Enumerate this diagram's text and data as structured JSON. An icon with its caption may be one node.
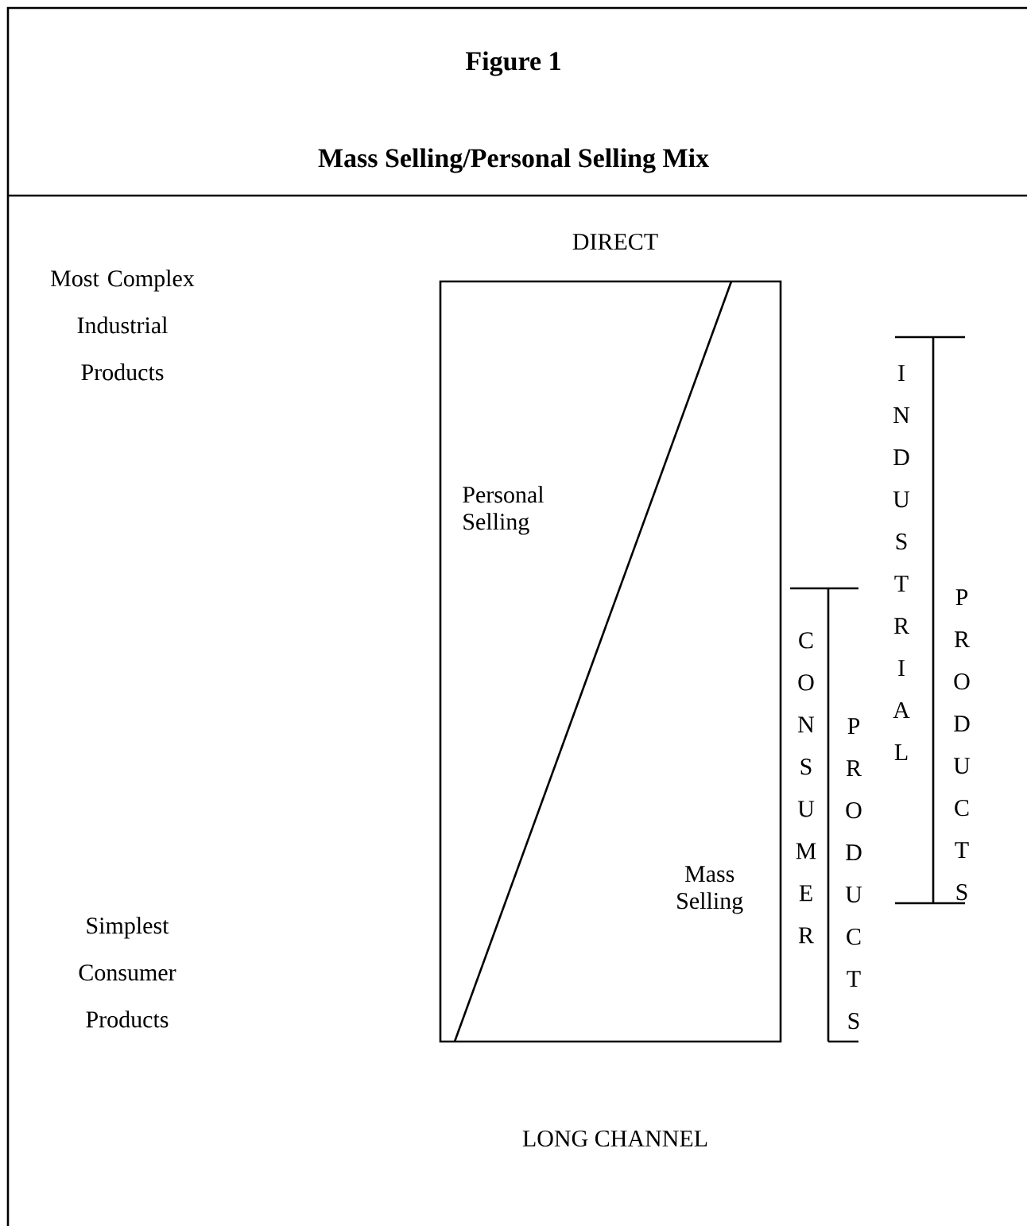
{
  "diagram": {
    "title": "Figure 1",
    "nodes": [
      {
        "text": [
          "Personal Selling",
          "Mass Selling"
        ]
      }
    ],
    "labels": [
      "Mass Selling/Personal Selling Mix",
      "DIRECT",
      "Most Complex Industrial Products",
      "INDUSTRIAL",
      "PRODUCTS",
      "CONSUMER",
      "PRODUCTS",
      "Simplest Consumer Products",
      "LONG CHANNEL"
    ]
  }
}
